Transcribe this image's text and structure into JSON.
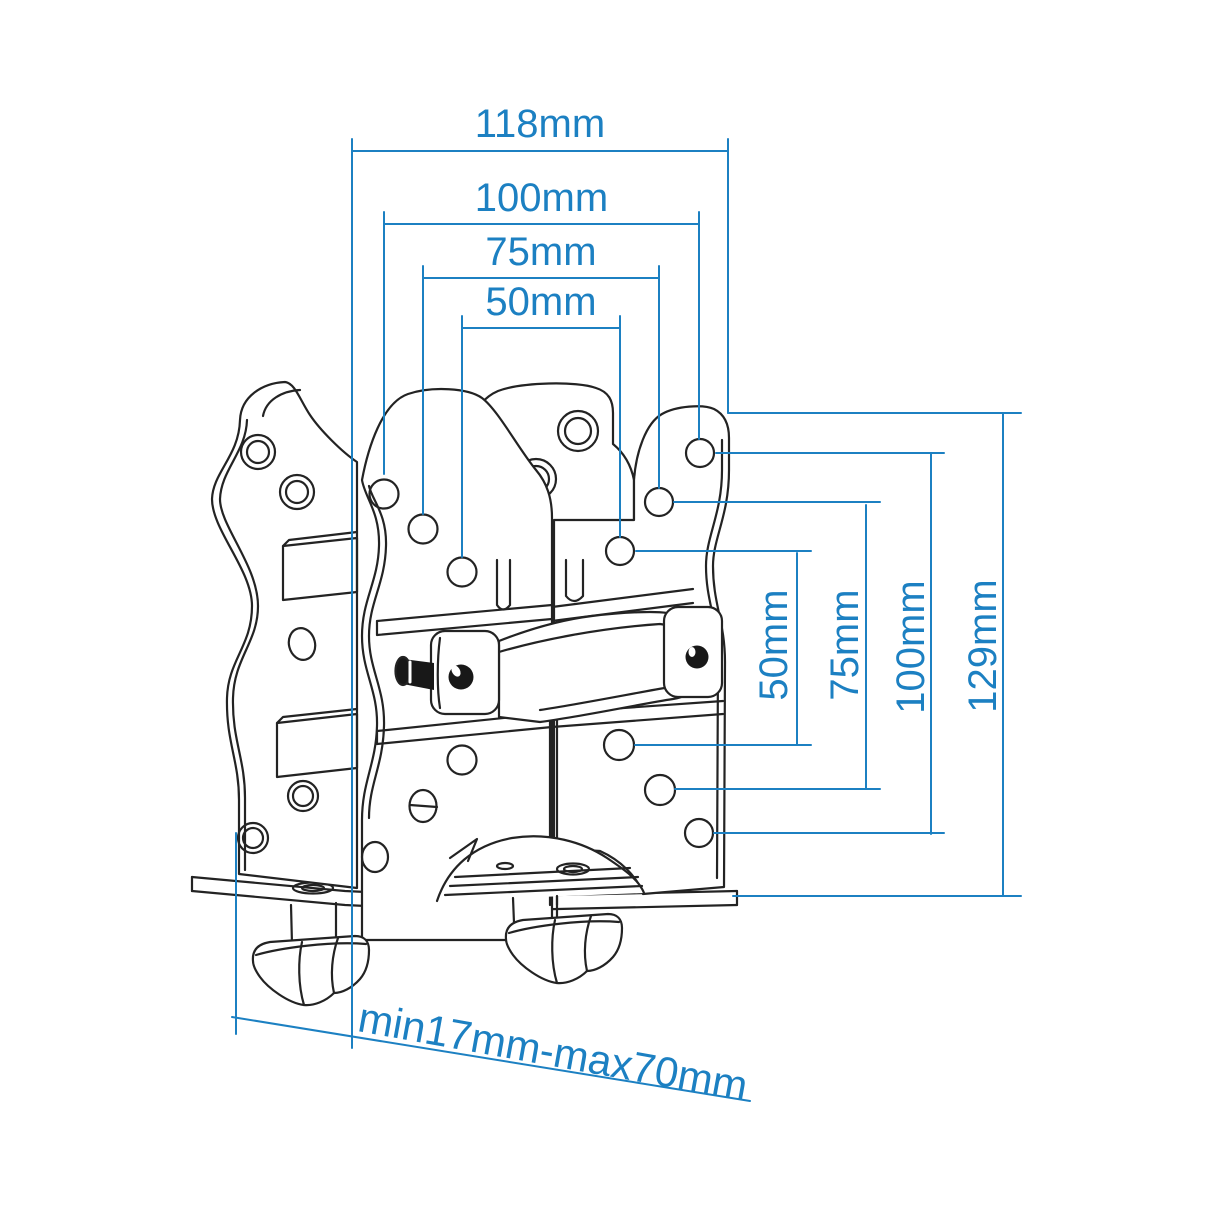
{
  "figure": {
    "type": "technical-line-drawing",
    "subject": "VESA adapter bracket with mini-PC clamp, isometric view with dimensions"
  },
  "colors": {
    "dimension_blue": "#1c80c2",
    "linework": "#232323",
    "background": "#ffffff"
  },
  "dims": {
    "top_118": "118mm",
    "top_100": "100mm",
    "top_75": "75mm",
    "top_50": "50mm",
    "right_50": "50mm",
    "right_75": "75mm",
    "right_100": "100mm",
    "right_129": "129mm",
    "bottom_clamp_range": "min17mm-max70mm"
  }
}
